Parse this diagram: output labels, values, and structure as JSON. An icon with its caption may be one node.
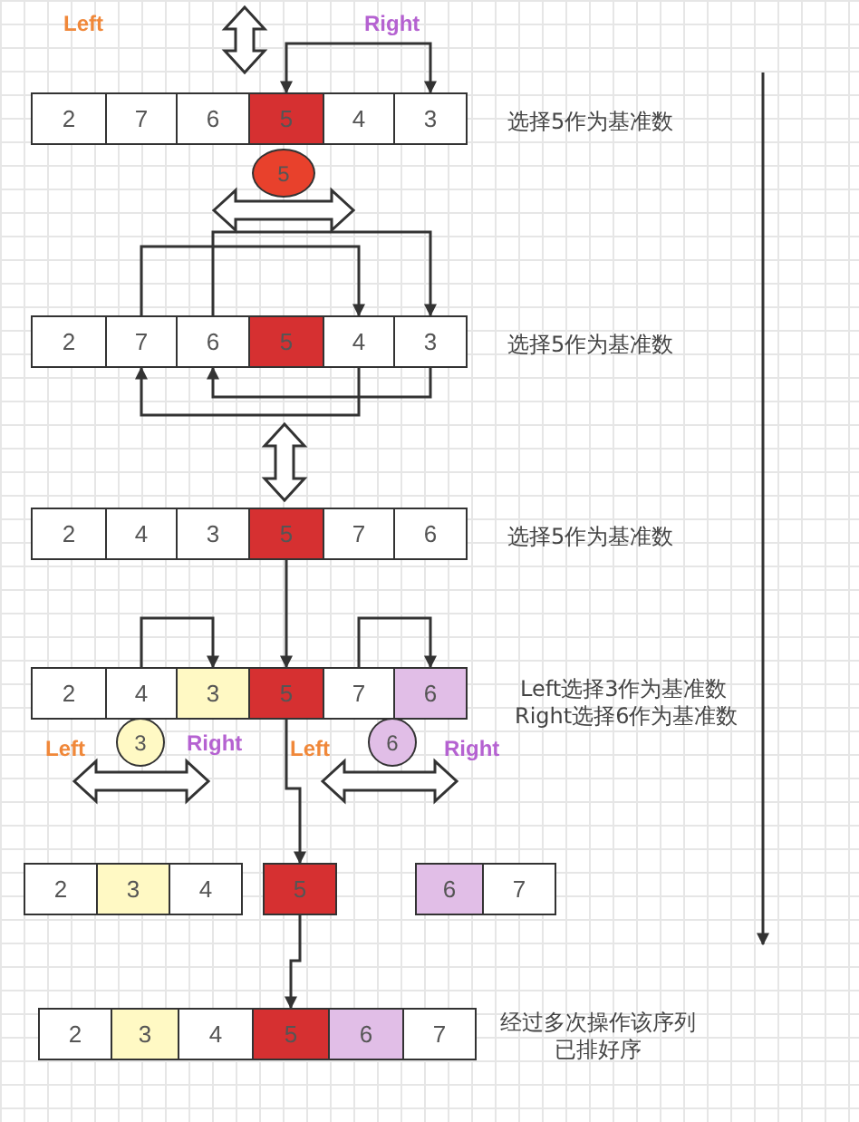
{
  "diagram": {
    "nodes": [
      {
        "text": [
          "2"
        ]
      },
      {
        "text": [
          "7"
        ]
      },
      {
        "text": [
          "6"
        ]
      },
      {
        "text": [
          "5"
        ]
      },
      {
        "text": [
          "4"
        ]
      },
      {
        "text": [
          "3"
        ]
      },
      {
        "text": [
          "5"
        ]
      },
      {
        "text": [
          "2"
        ]
      },
      {
        "text": [
          "7"
        ]
      },
      {
        "text": [
          "6"
        ]
      },
      {
        "text": [
          "5"
        ]
      },
      {
        "text": [
          "4"
        ]
      },
      {
        "text": [
          "3"
        ]
      },
      {
        "text": [
          "2"
        ]
      },
      {
        "text": [
          "4"
        ]
      },
      {
        "text": [
          "3"
        ]
      },
      {
        "text": [
          "5"
        ]
      },
      {
        "text": [
          "7"
        ]
      },
      {
        "text": [
          "6"
        ]
      },
      {
        "text": [
          "2"
        ]
      },
      {
        "text": [
          "4"
        ]
      },
      {
        "text": [
          "3"
        ]
      },
      {
        "text": [
          "5"
        ]
      },
      {
        "text": [
          "7"
        ]
      },
      {
        "text": [
          "6"
        ]
      },
      {
        "text": [
          "3"
        ]
      },
      {
        "text": [
          "6"
        ]
      },
      {
        "text": [
          "2"
        ]
      },
      {
        "text": [
          "3"
        ]
      },
      {
        "text": [
          "4"
        ]
      },
      {
        "text": [
          "5"
        ]
      },
      {
        "text": [
          "6"
        ]
      },
      {
        "text": [
          "7"
        ]
      },
      {
        "text": [
          "2"
        ]
      },
      {
        "text": [
          "3"
        ]
      },
      {
        "text": [
          "4"
        ]
      },
      {
        "text": [
          "5"
        ]
      },
      {
        "text": [
          "6"
        ]
      },
      {
        "text": [
          "7"
        ]
      }
    ],
    "edges": [
      {
        "from": 5,
        "to": 3,
        "arrow": "both"
      },
      {
        "from": 8,
        "to": 11,
        "arrow": "to"
      },
      {
        "from": 9,
        "to": 12,
        "arrow": "to"
      },
      {
        "from": 11,
        "to": 8,
        "arrow": "to"
      },
      {
        "from": 12,
        "to": 9,
        "arrow": "to"
      },
      {
        "from": 16,
        "to": 22,
        "arrow": "to"
      },
      {
        "from": 20,
        "to": 21,
        "arrow": "to"
      },
      {
        "from": 23,
        "to": 24,
        "arrow": "to"
      },
      {
        "from": 22,
        "to": 30,
        "arrow": "to"
      },
      {
        "from": 30,
        "to": 36,
        "arrow": "to"
      }
    ],
    "labels": [
      "Left",
      "Right",
      "选择5作为基准数",
      "选择5作为基准数",
      "选择5作为基准数",
      "Left选择3作为基准数",
      "Right选择6作为基准数",
      "Left",
      "Right",
      "Left",
      "Right",
      "经过多次操作该序列已排好序"
    ]
  }
}
